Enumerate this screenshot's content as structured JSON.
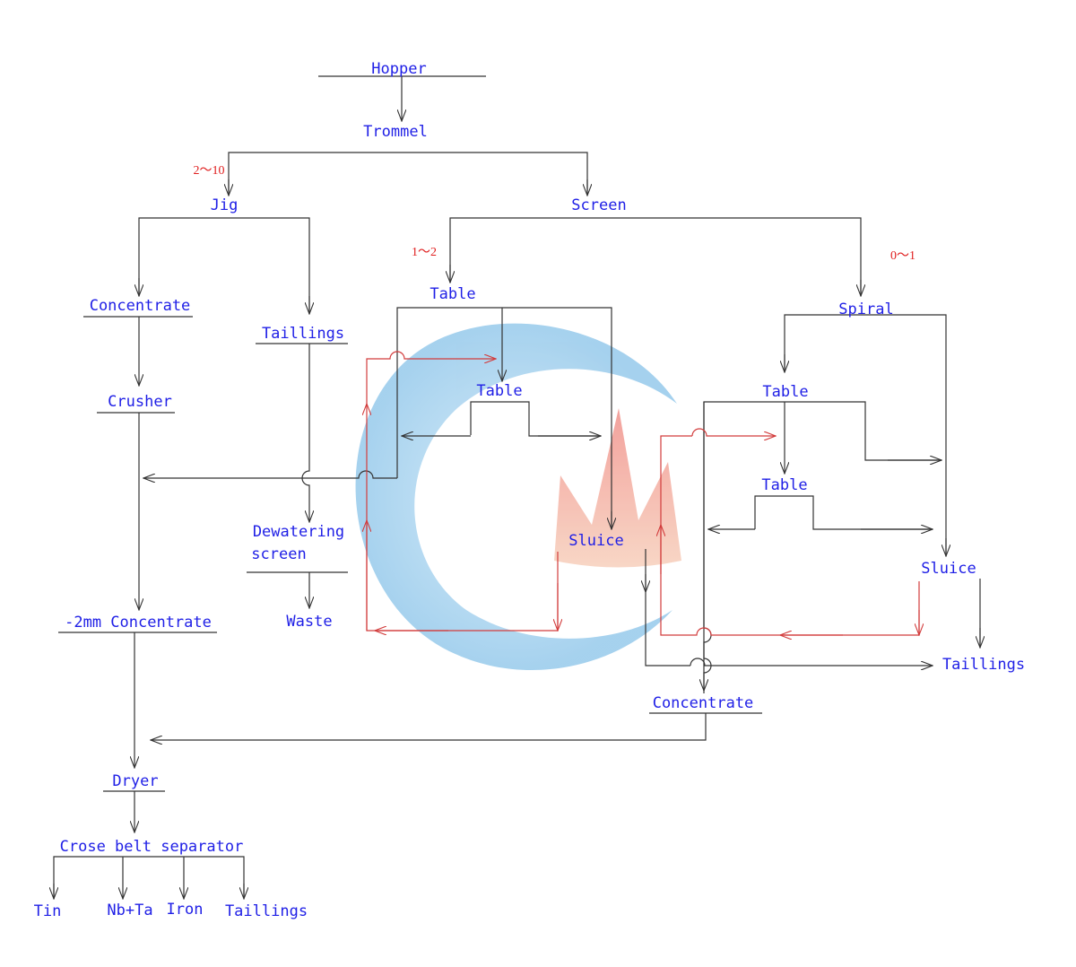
{
  "diagram": {
    "nodes": {
      "hopper": "Hopper",
      "trommel": "Trommel",
      "jig": "Jig",
      "screen": "Screen",
      "concentrate_jig": "Concentrate",
      "taillings_jig": "Taillings",
      "table_top": "Table",
      "table_mid": "Table",
      "spiral": "Spiral",
      "table_spiral": "Table",
      "table_spiral_2": "Table",
      "crusher": "Crusher",
      "dewatering_line1": "Dewatering",
      "dewatering_line2": "screen",
      "waste": "Waste",
      "sluice_center": "Sluice",
      "sluice_right": "Sluice",
      "taillings_right": "Taillings",
      "concentrate_minus2": "-2mm Concentrate",
      "concentrate_final": "Concentrate",
      "dryer": "Dryer",
      "separator": "Crose belt separator",
      "tin": "Tin",
      "nbta": "Nb+Ta",
      "iron": "Iron",
      "taillings_bottom": "Taillings"
    },
    "size_labels": {
      "jig_size": "2～10",
      "table_size": "1～2",
      "spiral_size": "0～1"
    },
    "colors": {
      "label_text": "#1f1fe6",
      "size_text": "#e02020",
      "flow_line": "#333333",
      "recycle_line": "#d23c3c",
      "watermark_blue": "#9fd0ee",
      "watermark_red": "#f3a6a0"
    },
    "watermark": {
      "icon": "crescent-logo-watermark"
    }
  }
}
